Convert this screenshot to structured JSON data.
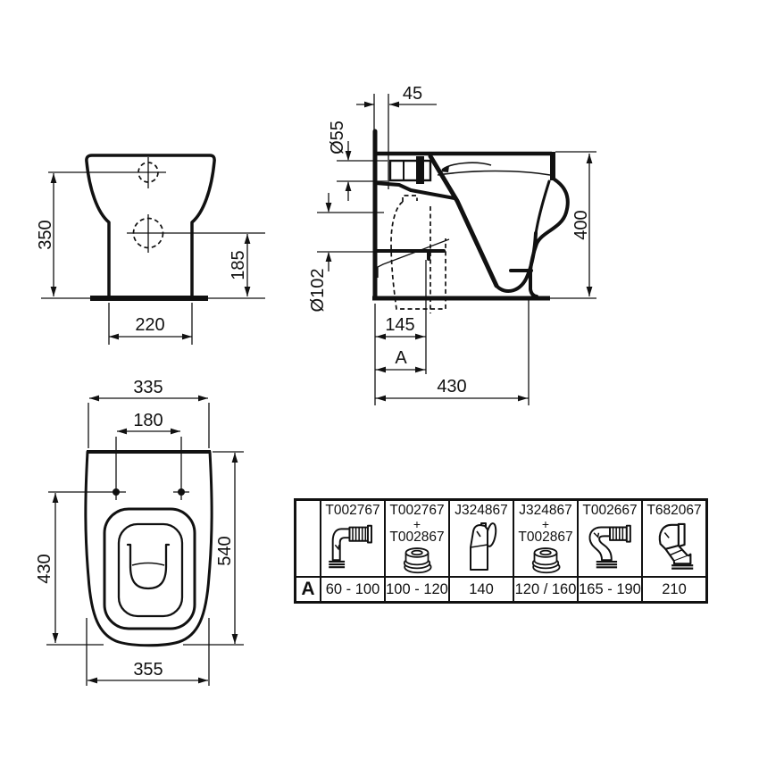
{
  "colors": {
    "ink": "#111111",
    "background": "#ffffff"
  },
  "front_view": {
    "height_350": "350",
    "inlet_height_185": "185",
    "base_width_220": "220"
  },
  "side_view": {
    "wall_offset_45": "45",
    "inlet_diameter_55": "Ø55",
    "outlet_diameter_102": "Ø102",
    "height_400": "400",
    "outlet_distance_145": "145",
    "variable_A": "A",
    "depth_430": "430"
  },
  "top_view": {
    "width_335": "335",
    "hinge_span_180": "180",
    "length_430": "430",
    "length_540": "540",
    "width_355": "355"
  },
  "connector_table": {
    "row_label": "A",
    "columns": [
      {
        "part1": "T002767",
        "plus": "",
        "part2": "",
        "icon": "elbow-90-corrugated-icon",
        "value": "60 - 100"
      },
      {
        "part1": "T002767",
        "plus": "+",
        "part2": "T002867",
        "icon": "offset-gasket-icon",
        "value": "100 - 120"
      },
      {
        "part1": "J324867",
        "plus": "",
        "part2": "",
        "icon": "vertical-offset-connector-icon",
        "value": "140"
      },
      {
        "part1": "J324867",
        "plus": "+",
        "part2": "T002867",
        "icon": "offset-gasket-icon",
        "value": "120 / 160"
      },
      {
        "part1": "T002667",
        "plus": "",
        "part2": "",
        "icon": "s-bend-corrugated-icon",
        "value": "165 - 190"
      },
      {
        "part1": "T682067",
        "plus": "",
        "part2": "",
        "icon": "angled-connector-icon",
        "value": "210"
      }
    ]
  }
}
